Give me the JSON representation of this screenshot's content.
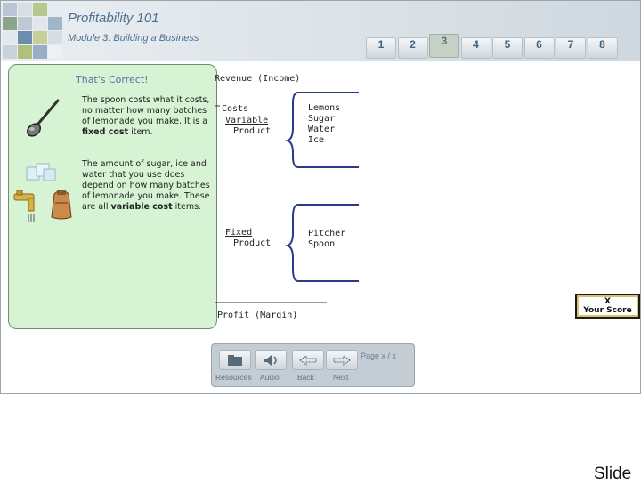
{
  "header": {
    "title": "Profitability 101",
    "subtitle": "Module 3: Building a Business",
    "nav_pages": [
      "1",
      "2",
      "3",
      "4",
      "5",
      "6",
      "7",
      "8"
    ],
    "active_page": "3"
  },
  "feedback": {
    "heading": "That's Correct!",
    "paragraph1_a": "The spoon costs what it costs, no matter how many batches of lemonade you make. It is a ",
    "paragraph1_b": "fixed cost",
    "paragraph1_c": " item.",
    "paragraph2_a": "The amount of sugar, ice and water that you use does depend on how many batches of lemonade you make. These are all ",
    "paragraph2_b": "variable cost",
    "paragraph2_c": " items."
  },
  "diagram": {
    "revenue": "Revenue (Income)",
    "costs": "Costs",
    "variable": "Variable",
    "product1": "Product",
    "variable_items": [
      "Lemons",
      "Sugar",
      "Water",
      "Ice"
    ],
    "fixed": "Fixed",
    "product2": "Product",
    "fixed_items": [
      "Pitcher",
      "Spoon"
    ],
    "profit": "Profit (Margin)"
  },
  "score": {
    "value": "X",
    "label": "Your Score"
  },
  "controls": {
    "resources": "Resources",
    "audio": "Audio",
    "back": "Back",
    "next": "Next",
    "page_label": "Page",
    "page_value": "x / x"
  },
  "slide_label": "Slide",
  "colors": {
    "title": "#4d6f8f",
    "panel_bg": "#d6f3d4",
    "heading": "#5a72a6",
    "bracket": "#2a3a8a"
  }
}
